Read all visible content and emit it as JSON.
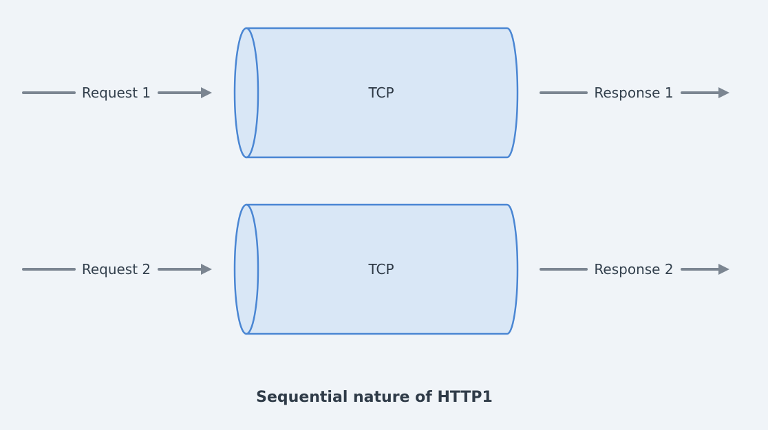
{
  "diagram": {
    "caption": "Sequential nature of HTTP1",
    "colors": {
      "background": "#f0f4f8",
      "cylinder_fill": "#d9e7f6",
      "cylinder_stroke": "#4a86d3",
      "arrow": "#7b8591",
      "text": "#33404d"
    },
    "rows": [
      {
        "request": "Request 1",
        "channel": "TCP",
        "response": "Response 1"
      },
      {
        "request": "Request 2",
        "channel": "TCP",
        "response": "Response 2"
      }
    ]
  }
}
